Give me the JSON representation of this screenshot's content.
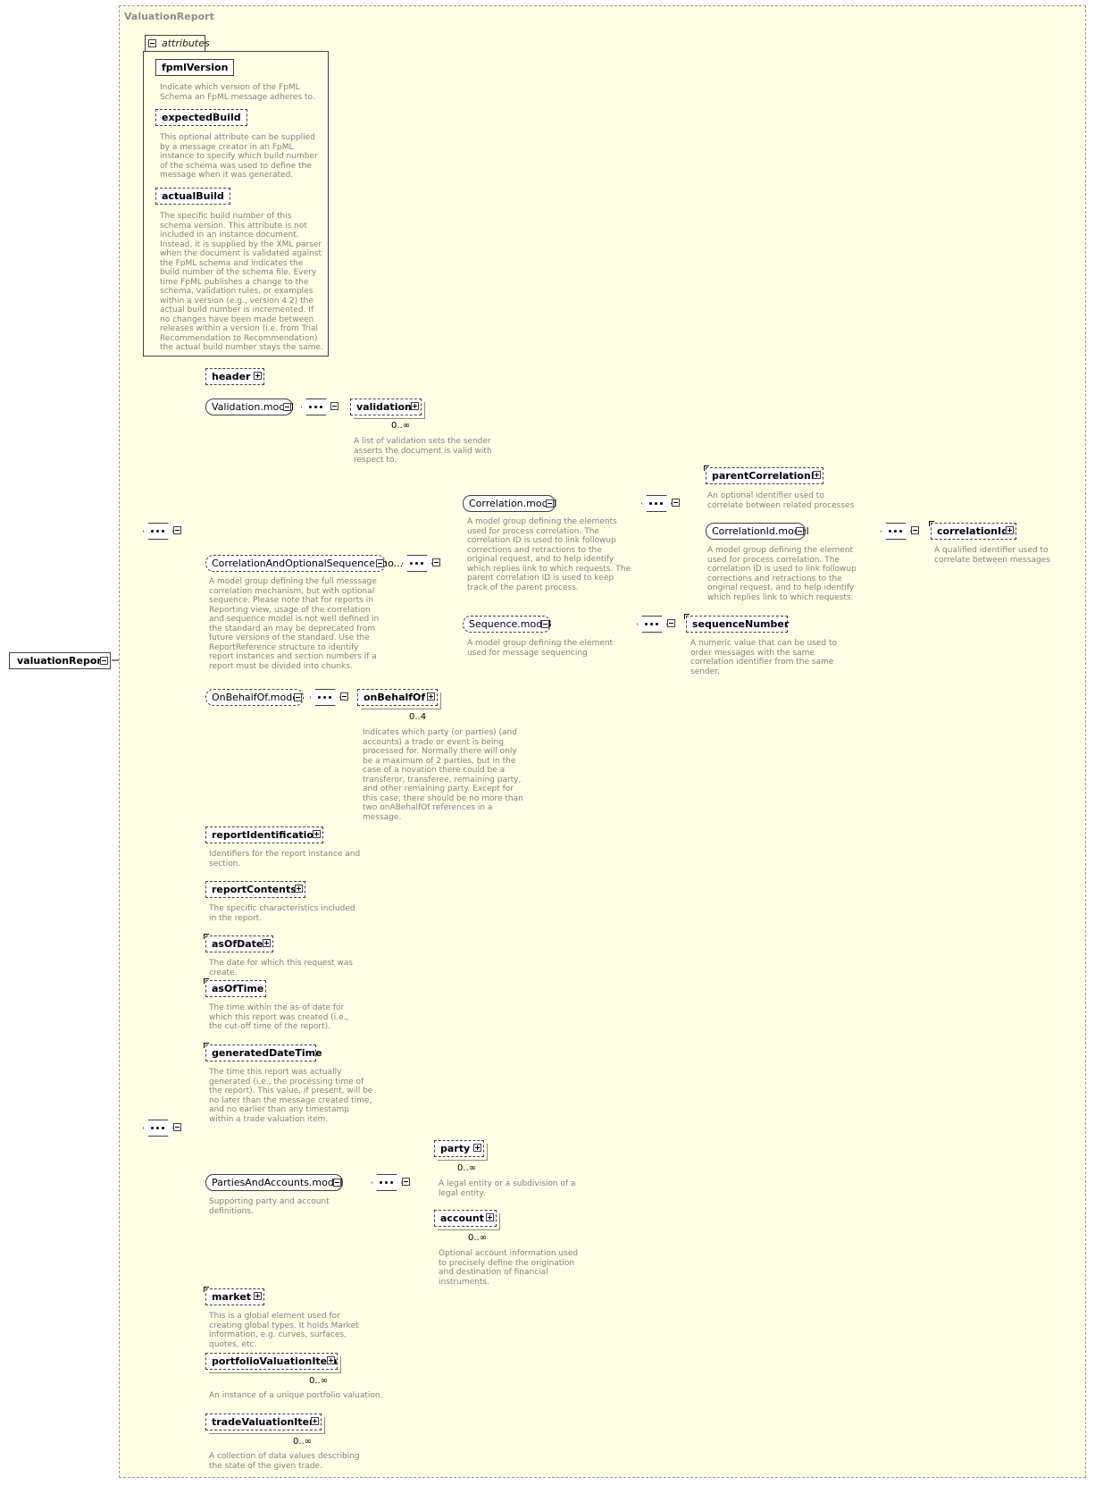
{
  "frame": {
    "title": "ValuationReport"
  },
  "root": {
    "label": "valuationReport"
  },
  "attributes": {
    "tab_label": "attributes",
    "items": [
      {
        "label": "fpmlVersion",
        "doc": "Indicate which version of the FpML Schema an FpML message adheres to."
      },
      {
        "label": "expectedBuild",
        "doc": "This optional attribute can be supplied by a message creator in an FpML instance to specify which build number of the schema was used to define the message when it was generated."
      },
      {
        "label": "actualBuild",
        "doc": "The specific build number of this schema version. This attribute is not included in an instance document. Instead, it is supplied by the XML parser when the document is validated against the FpML schema and indicates the build number of the schema file. Every time FpML publishes a change to the schema, validation rules, or examples within a version (e.g., version 4.2) the actual build number is incremented. If no changes have been made between releases within a version (i.e. from Trial Recommendation to Recommendation) the actual build number stays the same."
      }
    ]
  },
  "nodes": {
    "header": {
      "label": "header"
    },
    "validation_model": {
      "label": "Validation.model"
    },
    "validation": {
      "label": "validation",
      "card": "0..∞",
      "doc": "A list of validation sets the sender asserts the document is valid with respect to."
    },
    "corr_opt_seq": {
      "label": "CorrelationAndOptionalSequence.mo...",
      "doc": "A model group defining the full messsage correlation mechanism, but with optional sequence. Please note that for reports in Reporting view, usage of the correlation and sequence model is not well defined in the standard an may be deprecated from future versions of the standard. Use the ReportReference structure to identify report instances and section numbers if a report must be divided into chunks."
    },
    "correlation_model": {
      "label": "Correlation.model",
      "doc": "A model group defining the elements used for process correlation. The correlation ID is used to link followup corrections and retractions to the original request, and to help identify which replies link to which requests. The parent correlation ID is used to keep track of the parent process."
    },
    "parent_corr": {
      "label": "parentCorrelationId",
      "doc": "An optional identifier used to correlate between related processes"
    },
    "corrid_model": {
      "label": "CorrelationId.model",
      "doc": "A model group defining the element used for process correlation. The correlation ID is used to link followup corrections and retractions to the original request, and to help identify which replies link to which requests."
    },
    "correlation_id": {
      "label": "correlationId",
      "doc": "A qualified identifier used to correlate between messages"
    },
    "sequence_model": {
      "label": "Sequence.model",
      "doc": "A model group defining the element used for message sequencing"
    },
    "sequence_number": {
      "label": "sequenceNumber",
      "doc": "A numeric value that can be used to order messages with the same correlation identifier from the same sender."
    },
    "onbehalf_model": {
      "label": "OnBehalfOf.model"
    },
    "onbehalf": {
      "label": "onBehalfOf",
      "card": "0..4",
      "doc": "Indicates which party (or parties) (and accounts) a trade or event is being processed for. Normally there will only be a maximum of 2 parties, but in the case of a novation there could be a transferor, transferee, remaining party, and other remaining party. Except for this case, there should be no more than two onABehalfOf references in a message."
    },
    "report_id": {
      "label": "reportIdentification",
      "doc": "Identifiers for the report instance and section."
    },
    "report_contents": {
      "label": "reportContents",
      "doc": "The specific characteristics included in the report."
    },
    "as_of_date": {
      "label": "asOfDate",
      "doc": "The date for which this request was create."
    },
    "as_of_time": {
      "label": "asOfTime",
      "doc": "The time within the as-of date for which this report was created (i.e., the cut-off time of the report)."
    },
    "generated": {
      "label": "generatedDateTime",
      "doc": "The time this report was actually generated (i.e., the processing time of the report). This value, if present, will be no later than the message created time, and no earlier than any timestamp within a trade valuation item."
    },
    "parties_model": {
      "label": "PartiesAndAccounts.model",
      "doc": "Supporting party and account definitions."
    },
    "party": {
      "label": "party",
      "card": "0..∞",
      "doc": "A legal entity or a subdivision of a legal entity."
    },
    "account": {
      "label": "account",
      "card": "0..∞",
      "doc": "Optional account information used to precisely define the origination and destination of financial instruments."
    },
    "market": {
      "label": "market",
      "doc": "This is a global element used for creating global types. It holds Market information, e.g. curves, surfaces, quotes, etc."
    },
    "portfolio_item": {
      "label": "portfolioValuationItem",
      "card": "0..∞",
      "doc": "An instance of a unique portfolio valuation."
    },
    "trade_item": {
      "label": "tradeValuationItem",
      "card": "0..∞",
      "doc": "A collection of data values describing the state of the given trade."
    }
  }
}
